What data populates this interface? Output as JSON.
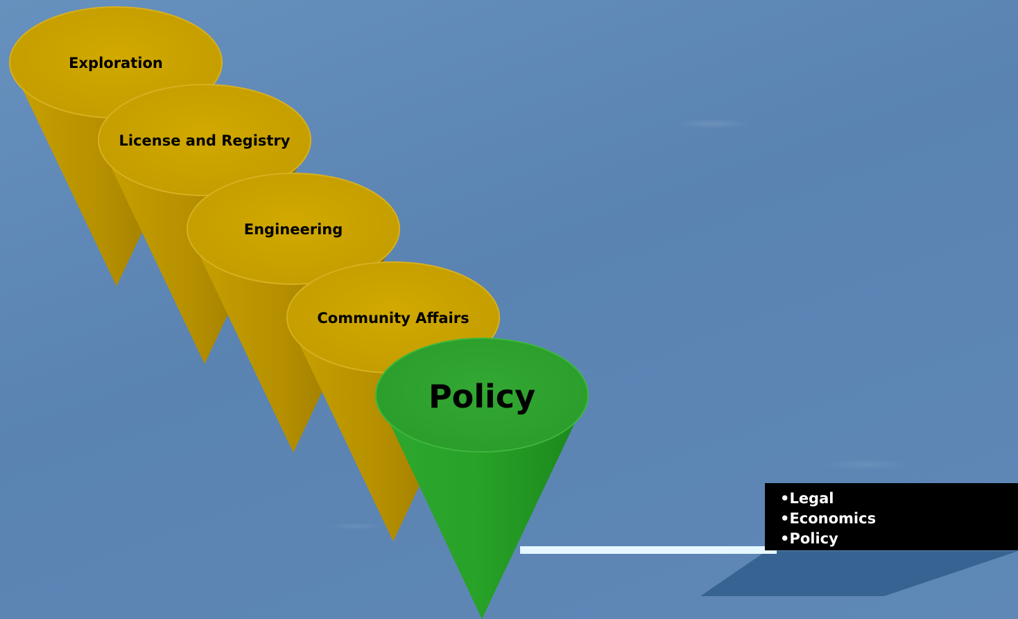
{
  "diagram": {
    "cones": [
      {
        "label": "Exploration",
        "color": "#c9a200"
      },
      {
        "label": "License and Registry",
        "color": "#c9a200"
      },
      {
        "label": "Engineering",
        "color": "#c9a200"
      },
      {
        "label": "Community Affairs",
        "color": "#c9a200"
      },
      {
        "label": "Policy",
        "color": "#2ea12e"
      }
    ],
    "callout": {
      "bullet": "•",
      "items": [
        "Legal",
        "Economics",
        "Policy"
      ],
      "box_color": "#000000",
      "connector_color": "#e6f7ff"
    }
  }
}
